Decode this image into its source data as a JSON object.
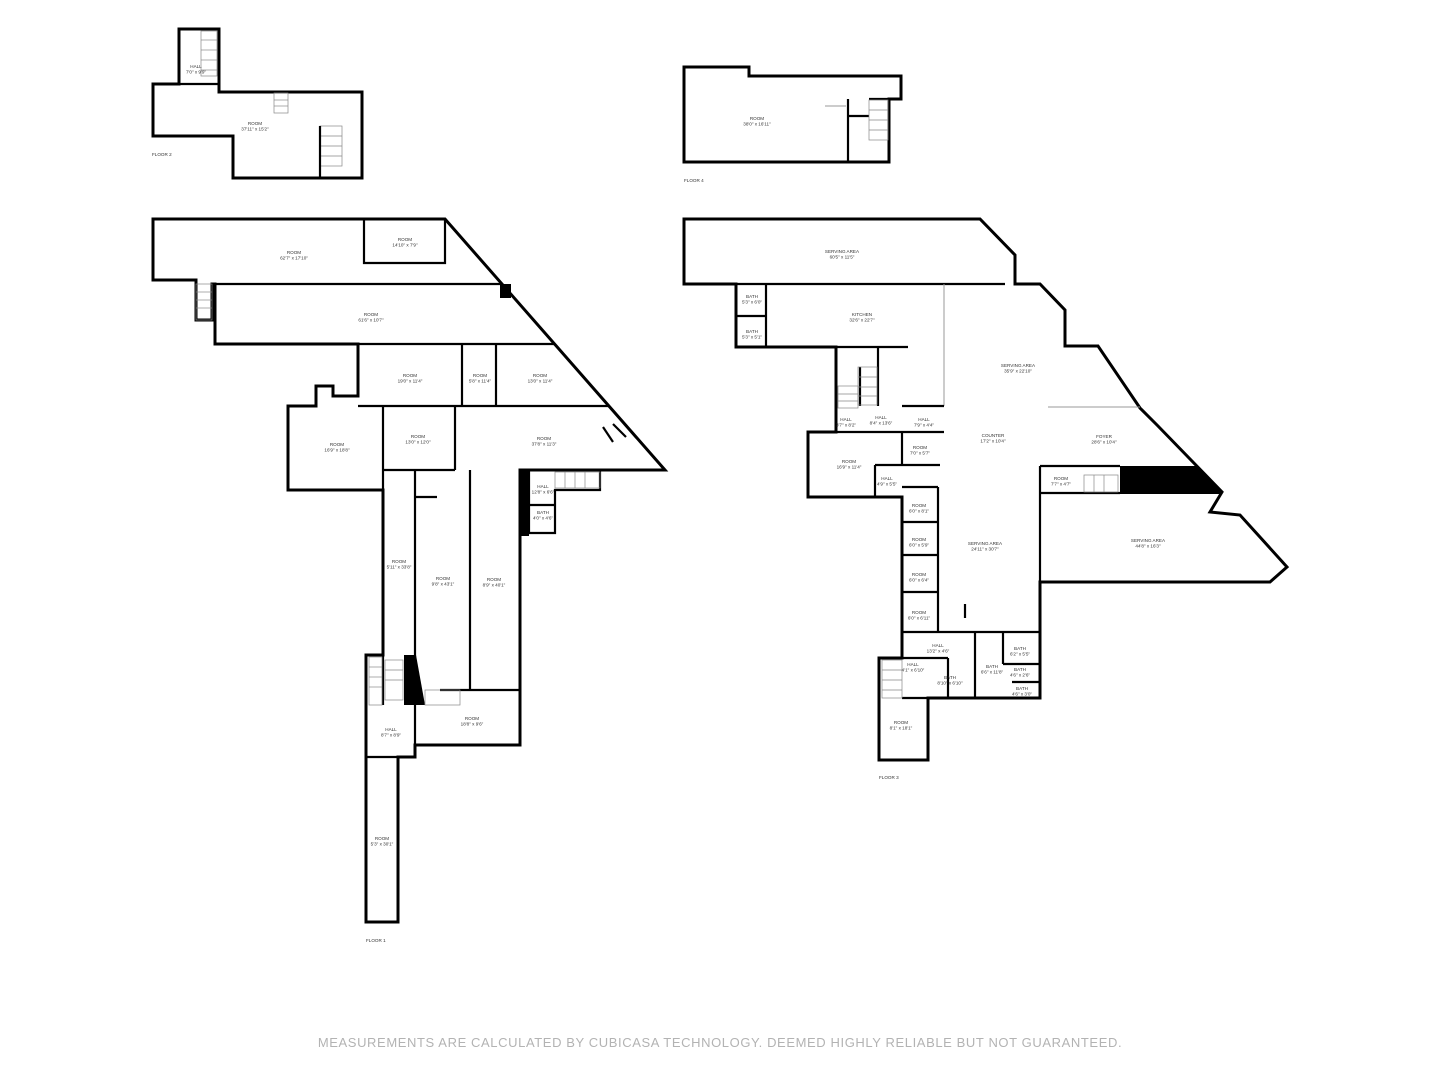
{
  "floors": [
    {
      "name": "FLOOR 2",
      "rooms": [
        {
          "name": "HALL",
          "dims": "7'0\" x 9'9\""
        },
        {
          "name": "ROOM",
          "dims": "37'11\" x 15'2\""
        }
      ]
    },
    {
      "name": "FLOOR 4",
      "rooms": [
        {
          "name": "ROOM",
          "dims": "38'0\" x 16'11\""
        }
      ]
    },
    {
      "name": "FLOOR 1",
      "rooms": [
        {
          "name": "ROOM",
          "dims": "62'7\" x 17'10\""
        },
        {
          "name": "ROOM",
          "dims": "14'10\" x 7'9\""
        },
        {
          "name": "ROOM",
          "dims": "61'6\" x 10'7\""
        },
        {
          "name": "ROOM",
          "dims": "19'0\" x 11'4\""
        },
        {
          "name": "ROOM",
          "dims": "5'8\" x 11'4\""
        },
        {
          "name": "ROOM",
          "dims": "13'0\" x 11'4\""
        },
        {
          "name": "ROOM",
          "dims": "16'9\" x 18'8\""
        },
        {
          "name": "ROOM",
          "dims": "13'0\" x 12'0\""
        },
        {
          "name": "ROOM",
          "dims": "37'8\" x 11'3\""
        },
        {
          "name": "HALL",
          "dims": "12'8\" x 6'6\""
        },
        {
          "name": "BATH",
          "dims": "4'0\" x 4'6\""
        },
        {
          "name": "ROOM",
          "dims": "5'11\" x 33'8\""
        },
        {
          "name": "ROOM",
          "dims": "9'8\" x 43'1\""
        },
        {
          "name": "ROOM",
          "dims": "8'9\" x 40'1\""
        },
        {
          "name": "ROOM",
          "dims": "18'8\" x 9'6\""
        },
        {
          "name": "HALL",
          "dims": "8'7\" x 8'9\""
        },
        {
          "name": "ROOM",
          "dims": "5'3\" x 30'1\""
        }
      ]
    },
    {
      "name": "FLOOR 3",
      "rooms": [
        {
          "name": "SERVING AREA",
          "dims": "60'5\" x 11'5\""
        },
        {
          "name": "BATH",
          "dims": "5'3\" x 6'0\""
        },
        {
          "name": "BATH",
          "dims": "5'3\" x 5'1\""
        },
        {
          "name": "KITCHEN",
          "dims": "32'6\" x 22'7\""
        },
        {
          "name": "SERVING AREA",
          "dims": "35'9\" x 22'10\""
        },
        {
          "name": "HALL",
          "dims": "3'7\" x 8'2\""
        },
        {
          "name": "HALL",
          "dims": "8'4\" x 13'6\""
        },
        {
          "name": "HALL",
          "dims": "7'9\" x 4'4\""
        },
        {
          "name": "COUNTER",
          "dims": "17'2\" x 10'4\""
        },
        {
          "name": "FOYER",
          "dims": "28'6\" x 10'4\""
        },
        {
          "name": "ROOM",
          "dims": "7'0\" x 5'7\""
        },
        {
          "name": "ROOM",
          "dims": "16'9\" x 11'4\""
        },
        {
          "name": "HALL",
          "dims": "4'9\" x 5'5\""
        },
        {
          "name": "ROOM",
          "dims": "7'7\" x 4'7\""
        },
        {
          "name": "ROOM",
          "dims": "6'0\" x 8'1\""
        },
        {
          "name": "ROOM",
          "dims": "6'0\" x 5'9\""
        },
        {
          "name": "SERVING AREA",
          "dims": "24'11\" x 30'7\""
        },
        {
          "name": "SERVING AREA",
          "dims": "44'8\" x 16'3\""
        },
        {
          "name": "ROOM",
          "dims": "6'0\" x 6'4\""
        },
        {
          "name": "ROOM",
          "dims": "6'0\" x 6'11\""
        },
        {
          "name": "HALL",
          "dims": "13'2\" x 4'6\""
        },
        {
          "name": "BATH",
          "dims": "6'2\" x 5'5\""
        },
        {
          "name": "BATH",
          "dims": "6'6\" x 11'8\""
        },
        {
          "name": "BATH",
          "dims": "4'6\" x 2'6\""
        },
        {
          "name": "HALL",
          "dims": "4'1\" x 6'10\""
        },
        {
          "name": "BATH",
          "dims": "8'10\" x 6'10\""
        },
        {
          "name": "BATH",
          "dims": "4'6\" x 3'0\""
        },
        {
          "name": "ROOM",
          "dims": "8'1\" x 18'1\""
        }
      ]
    }
  ],
  "footer": "MEASUREMENTS ARE CALCULATED BY CUBICASA TECHNOLOGY. DEEMED HIGHLY RELIABLE BUT NOT GUARANTEED."
}
